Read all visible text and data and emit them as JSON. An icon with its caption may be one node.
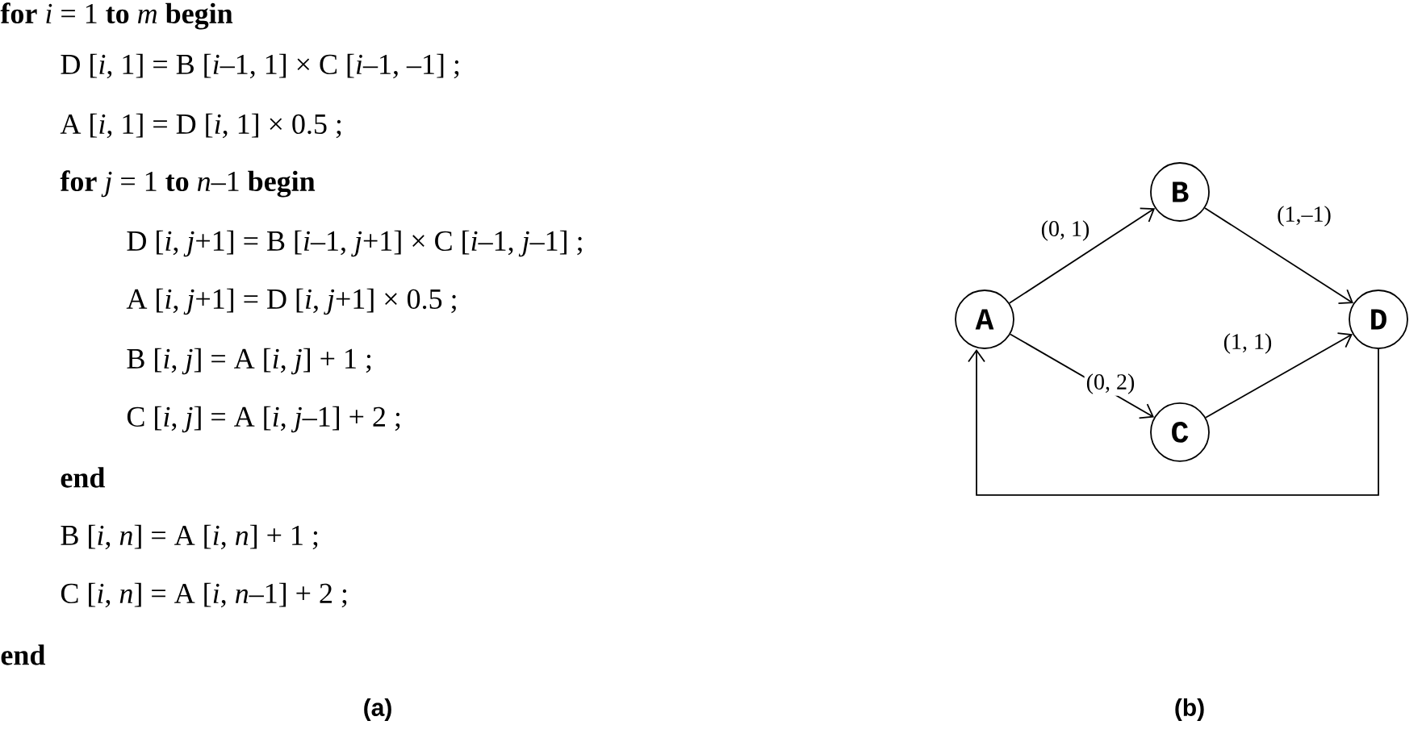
{
  "diagram": {
    "nodes": [
      {
        "text": [
          "A"
        ]
      },
      {
        "text": [
          "B"
        ]
      },
      {
        "text": [
          "C"
        ]
      },
      {
        "text": [
          "D"
        ]
      }
    ],
    "edges": [
      {
        "from": 0,
        "to": 1,
        "arrow": "to",
        "label": "(0, 1)"
      },
      {
        "from": 0,
        "to": 2,
        "arrow": "to",
        "label": "(0, 2)"
      },
      {
        "from": 1,
        "to": 3,
        "arrow": "to",
        "label": "(1,–1)"
      },
      {
        "from": 2,
        "to": 3,
        "arrow": "to",
        "label": "(1, 1)"
      },
      {
        "from": 3,
        "to": 0,
        "arrow": "to"
      }
    ],
    "labels": [
      "**for** *i* = 1 **to** *m* **begin**",
      "D [*i*, 1] = B [*i*–1, 1] × C [*i*–1, –1] ;",
      "A [*i*, 1] = D [*i*, 1] × 0.5 ;",
      "**for** *j* = 1 **to** *n*–1 **begin**",
      "D [*i*, *j*+1] = B [*i*–1, *j*+1] × C [*i*–1, *j*–1] ;",
      "A [*i*, *j*+1] = D [*i*, *j*+1] × 0.5 ;",
      "B [*i*, *j*] = A [*i*, *j*] + 1 ;",
      "C [*i*, *j*] = A [*i*, *j*–1] + 2 ;",
      "end",
      "B [*i*, *n*] = A [*i*, *n*] + 1 ;",
      "C [*i*, *n*] = A [*i*, *n*–1] + 2 ;",
      "end",
      "(a)",
      "(b)"
    ]
  }
}
